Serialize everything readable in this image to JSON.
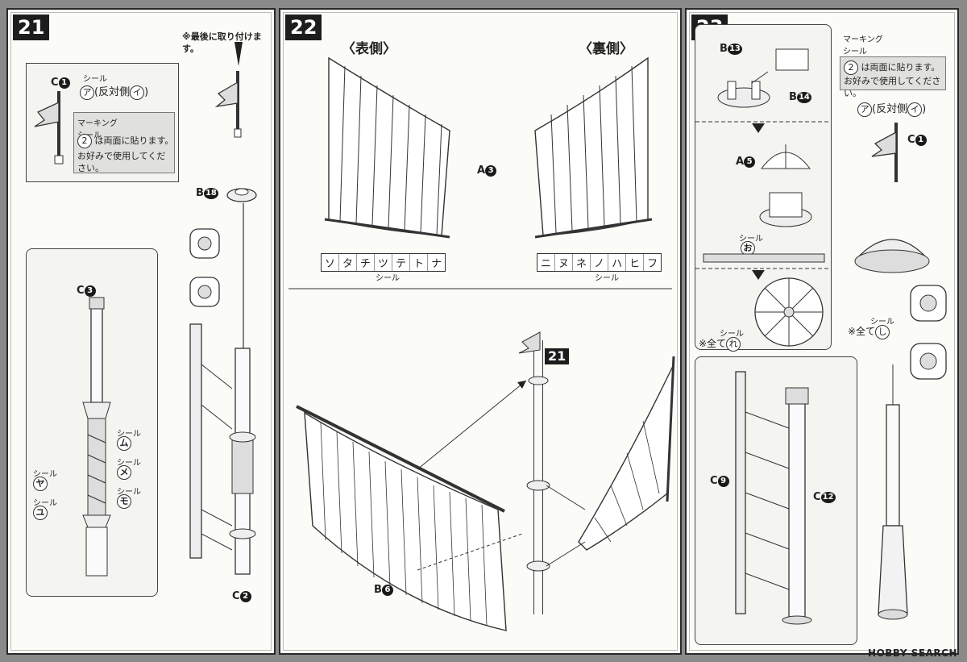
{
  "steps": {
    "s21": "21",
    "s22": "22",
    "s23": "23"
  },
  "panel21": {
    "top_note": "※最後に取り付けます。",
    "c1": "C",
    "c1_num": "1",
    "seal": "シール",
    "seal_a": "ア",
    "hantaigawa": "(反対側",
    "seal_i": "イ",
    "marking_label": "マーキング\nシール",
    "marking_num": "2",
    "marking_text": "は両面に貼ります。",
    "marking_text2": "お好みで使用してください。",
    "b18": "B",
    "b18_num": "18",
    "c3": "C",
    "c3_num": "3",
    "seal_mu": "ム",
    "seal_me": "メ",
    "seal_mo": "モ",
    "seal_ya": "ヤ",
    "seal_yu": "ユ",
    "c2": "C",
    "c2_num": "2"
  },
  "panel22": {
    "front": "〈表側〉",
    "back": "〈裏側〉",
    "a3": "A",
    "a3_num": "3",
    "front_seals": [
      "ソ",
      "タ",
      "チ",
      "ツ",
      "テ",
      "ト",
      "ナ"
    ],
    "back_seals": [
      "ニ",
      "ヌ",
      "ネ",
      "ノ",
      "ハ",
      "ヒ",
      "フ"
    ],
    "seal": "シール",
    "ref21": "21",
    "b6": "B",
    "b6_num": "6"
  },
  "panel23": {
    "b13": "B",
    "b13_num": "13",
    "b14": "B",
    "b14_num": "14",
    "a5": "A",
    "a5_num": "5",
    "seal_o": "お",
    "seal": "シール",
    "all_re": "※全て",
    "seal_re": "れ",
    "all_shi": "※全て",
    "seal_shi": "し",
    "marking_label": "マーキング\nシール",
    "marking_num": "2",
    "marking_text": "は両面に貼ります。",
    "marking_text2": "お好みで使用してください。",
    "seal_a": "ア",
    "hantaigawa": "(反対側",
    "seal_i": "イ",
    "c1": "C",
    "c1_num": "1",
    "c9": "C",
    "c9_num": "9",
    "c12": "C",
    "c12_num": "12"
  },
  "watermark": "HOBBY SEARCH"
}
